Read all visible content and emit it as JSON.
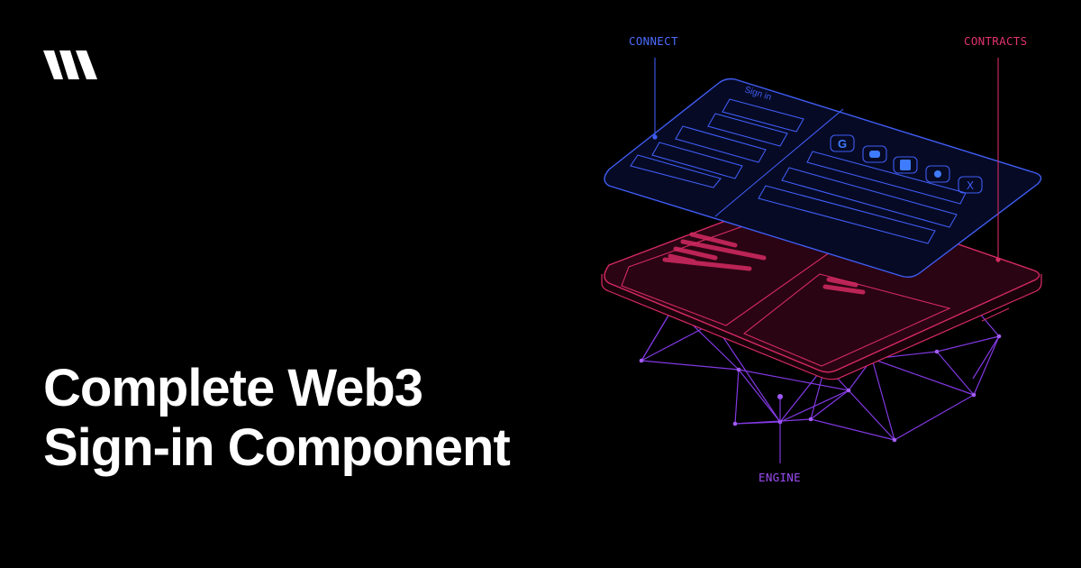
{
  "brand": {
    "logo_icon": "thirdweb-logo-icon"
  },
  "headline": {
    "line1": "Complete Web3",
    "line2": "Sign-in Component"
  },
  "illustration": {
    "labels": {
      "connect": "CONNECT",
      "contracts": "CONTRACTS",
      "engine": "ENGINE"
    },
    "panel_title": "Sign in",
    "social_icons": [
      "google-icon",
      "discord-icon",
      "apple-icon",
      "telegram-icon",
      "x-icon"
    ],
    "colors": {
      "background": "#000000",
      "connect_blue": "#3f5cf2",
      "connect_fill": "#060a24",
      "contracts_pink": "#d52a63",
      "contracts_fill": "#2a0412",
      "engine_purple": "#8a3cf0"
    }
  }
}
